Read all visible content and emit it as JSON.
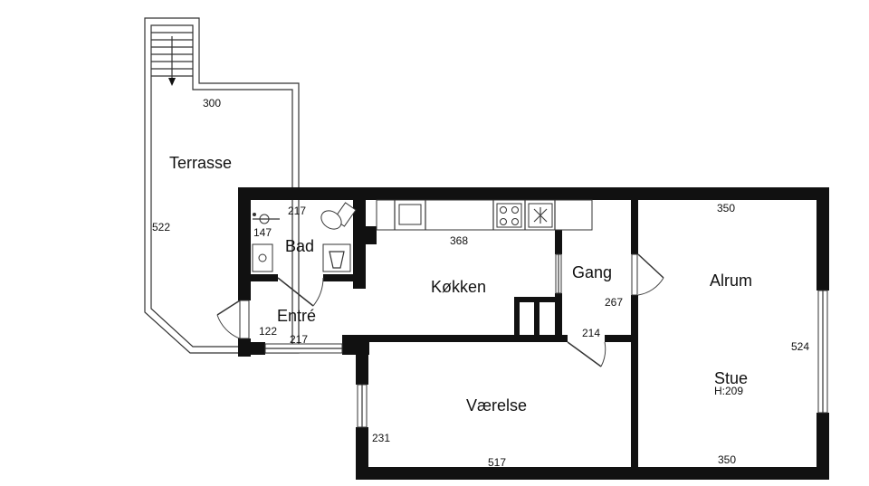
{
  "rooms": {
    "terrasse": "Terrasse",
    "bad": "Bad",
    "kokken": "Køkken",
    "gang": "Gang",
    "alrum": "Alrum",
    "entre": "Entré",
    "vaerelse": "Værelse",
    "stue": "Stue",
    "stue_height": "H:209"
  },
  "dimensions": {
    "terrasse_width": "300",
    "terrasse_length": "522",
    "bad_width": "217",
    "bad_depth": "147",
    "kokken_width": "368",
    "gang_length": "267",
    "gang_width": "214",
    "alrum_width": "350",
    "stue_length": "524",
    "stue_width": "350",
    "entre_depth": "122",
    "entre_width": "217",
    "vaerelse_depth": "231",
    "vaerelse_width": "517"
  }
}
